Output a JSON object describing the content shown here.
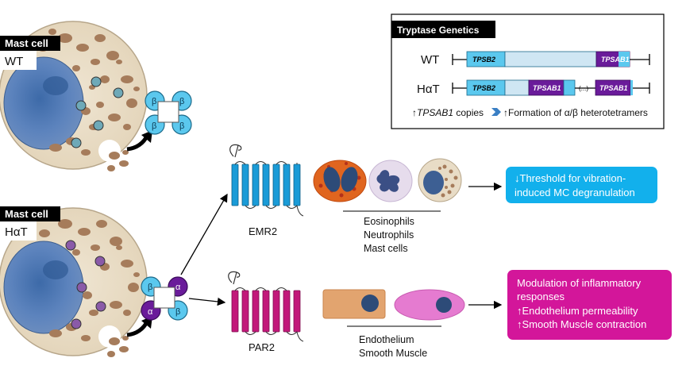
{
  "cells": {
    "wt": {
      "tag": "Mast cell",
      "genotype": "WT"
    },
    "hat": {
      "tag": "Mast cell",
      "genotype": "HαT"
    }
  },
  "genetics": {
    "title": "Tryptase Genetics",
    "wt_label": "WT",
    "hat_label": "HαT",
    "tpsb2": "TPSB2",
    "tpsab1": "TPSAB1",
    "ellipsis": "(...)",
    "caption_arrow1": "↑",
    "caption_gene": "TPSAB1",
    "caption_copies": " copies",
    "caption_result": "↑Formation of α/β heterotetramers"
  },
  "tetramers": {
    "wt_subunits": [
      "β",
      "β",
      "β",
      "β"
    ],
    "hat_subunits": [
      "β",
      "α",
      "α",
      "β"
    ]
  },
  "receptors": {
    "emr2": {
      "name": "EMR2",
      "cells": [
        "Eosinophils",
        "Neutrophils",
        "Mast cells"
      ],
      "effect": [
        "↓Threshold for vibration-",
        "induced MC degranulation"
      ]
    },
    "par2": {
      "name": "PAR2",
      "cells": [
        "Endothelium",
        "Smooth Muscle"
      ],
      "effect": [
        "Modulation of inflammatory",
        "responses",
        "↑Endothelium permeability",
        "↑Smooth Muscle contraction"
      ]
    }
  },
  "colors": {
    "beta": "#5bc8ee",
    "alpha": "#6a1b9a",
    "emr2": "#1a9bd7",
    "par2": "#c2187a",
    "emr2_box": "#12b0ec",
    "par2_box": "#d3169a",
    "cell": "#e8dcc6",
    "granule": "#a67c5b",
    "nucleus": "#5c7fb3"
  }
}
